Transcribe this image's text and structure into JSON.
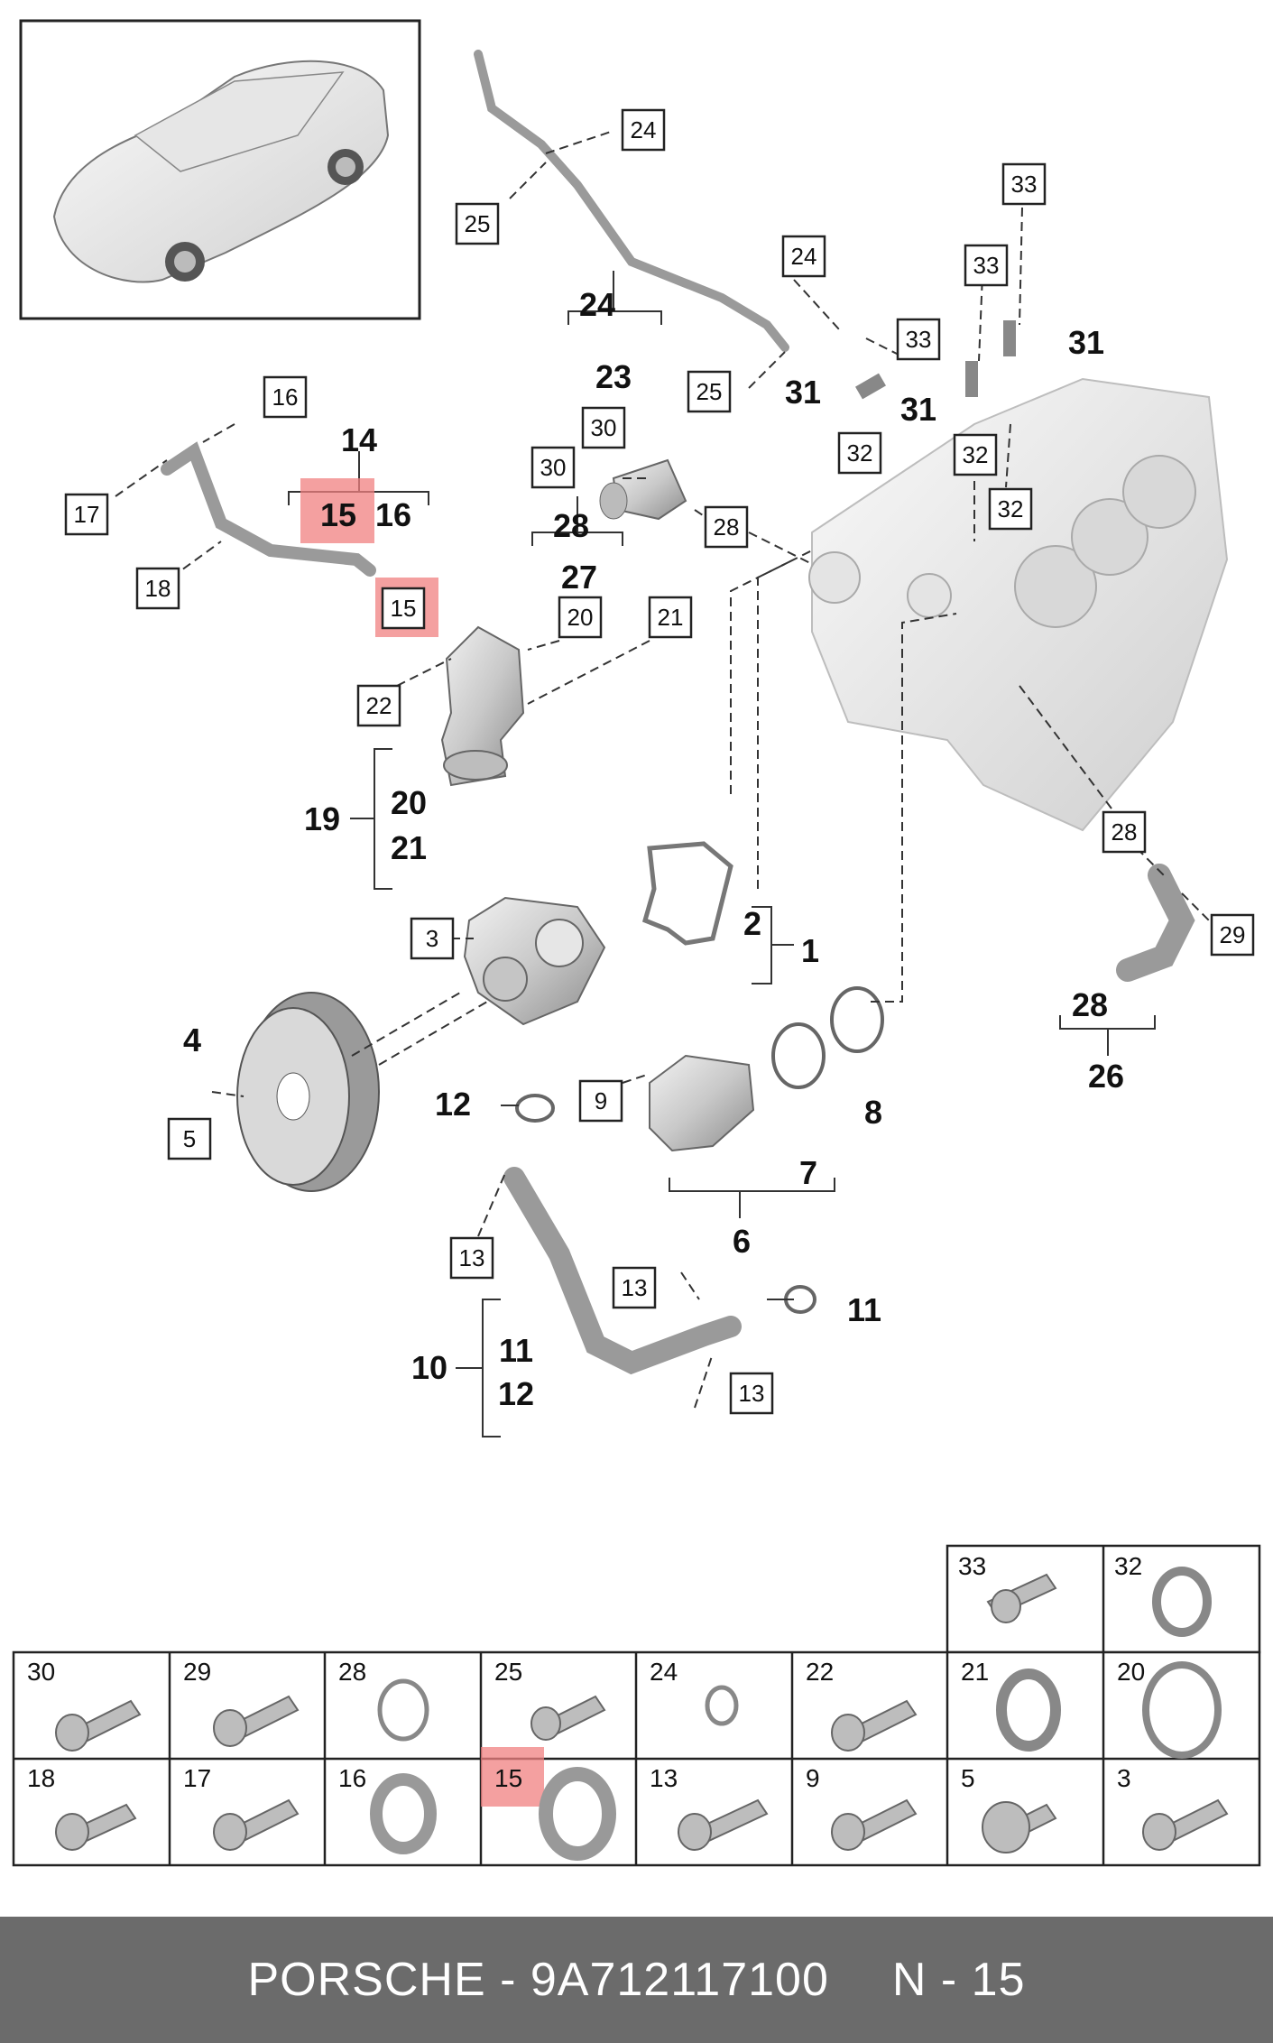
{
  "diagram": {
    "boxed_labels": [
      "24",
      "25",
      "24",
      "25",
      "16",
      "17",
      "18",
      "15",
      "30",
      "30",
      "28",
      "20",
      "21",
      "22",
      "33",
      "33",
      "33",
      "32",
      "32",
      "32",
      "28",
      "29",
      "3",
      "5",
      "9",
      "13",
      "13",
      "13"
    ],
    "bold_labels": [
      "24",
      "23",
      "14",
      "15",
      "16",
      "28",
      "27",
      "31",
      "31",
      "31",
      "19",
      "20",
      "21",
      "2",
      "1",
      "4",
      "12",
      "7",
      "8",
      "6",
      "28",
      "26",
      "11",
      "10",
      "11",
      "12"
    ],
    "highlight_color": "#f08080"
  },
  "parts_table": {
    "top_row": [
      "33",
      "32"
    ],
    "middle_row": [
      "30",
      "29",
      "28",
      "25",
      "24",
      "22",
      "21",
      "20"
    ],
    "bottom_row": [
      "18",
      "17",
      "16",
      "15",
      "13",
      "9",
      "5",
      "3"
    ],
    "highlighted": "15"
  },
  "footer": {
    "brand_part": "PORSCHE - 9A712117100",
    "position": "N - 15"
  }
}
